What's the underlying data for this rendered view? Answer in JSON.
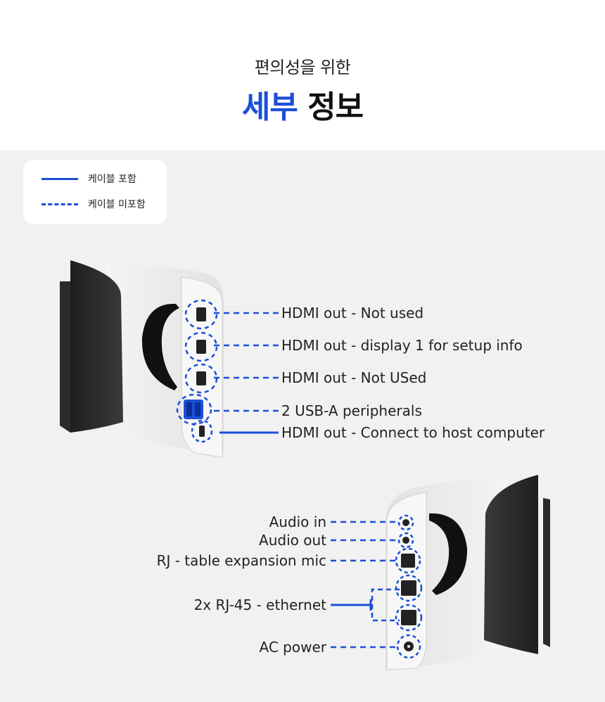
{
  "header": {
    "subtitle": "편의성을 위한",
    "title_accent": "세부",
    "title_rest": "정보"
  },
  "legend": {
    "included": "케이블 포함",
    "not_included": "케이블 미포함"
  },
  "top_device": {
    "ports": [
      {
        "label": "HDMI out - Not used",
        "cable": "not-included"
      },
      {
        "label": "HDMI out - display 1 for setup info",
        "cable": "not-included"
      },
      {
        "label": "HDMI out - Not USed",
        "cable": "not-included"
      },
      {
        "label": "2 USB-A peripherals",
        "cable": "not-included"
      },
      {
        "label": "HDMI out - Connect to host computer",
        "cable": "included"
      }
    ]
  },
  "bottom_device": {
    "ports": [
      {
        "label": "Audio in",
        "cable": "not-included"
      },
      {
        "label": "Audio out",
        "cable": "not-included"
      },
      {
        "label": "RJ - table expansion mic",
        "cable": "not-included"
      },
      {
        "label": "2x RJ-45 - ethernet",
        "cable": "included"
      },
      {
        "label": "AC power",
        "cable": "not-included"
      }
    ]
  },
  "colors": {
    "accent": "#1a4fd6",
    "panel_bg": "#f1f1f1",
    "fabric": "#2b2b2b",
    "body": "#eeeeee"
  }
}
